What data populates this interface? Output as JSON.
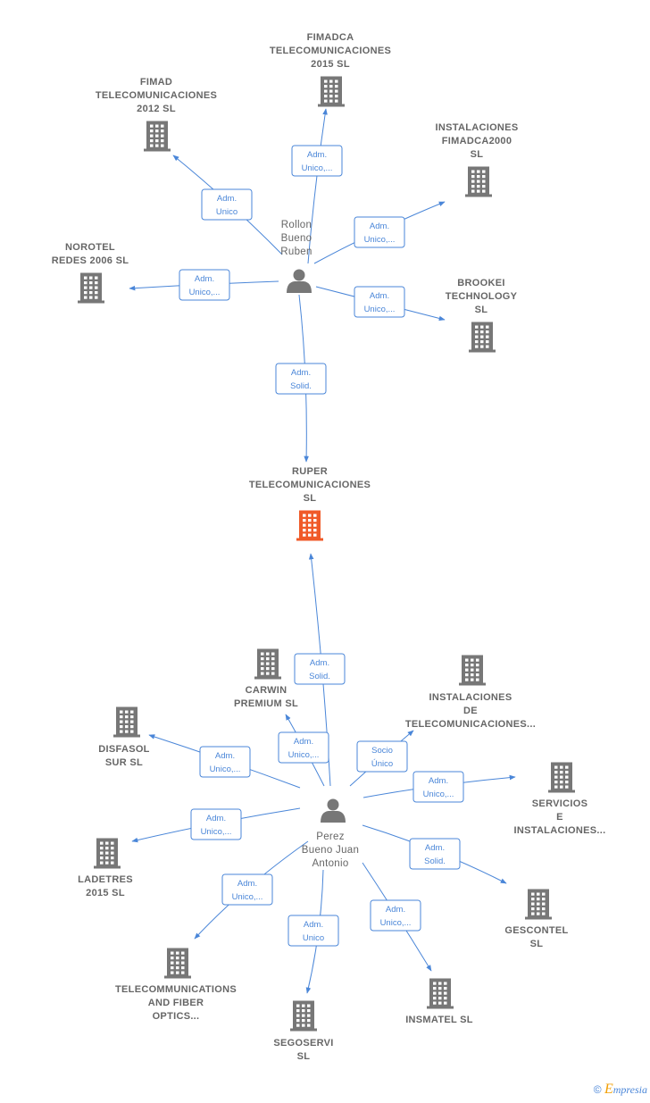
{
  "center": {
    "id": "ruper",
    "label": [
      "RUPER",
      "TELECOMUNICACIONES",
      "SL"
    ],
    "color": "#f05a28"
  },
  "persons": [
    {
      "id": "rollon",
      "label": [
        "Rollon",
        "Bueno",
        "Ruben"
      ]
    },
    {
      "id": "perez",
      "label": [
        "Perez",
        "Bueno Juan",
        "Antonio"
      ]
    }
  ],
  "companies": [
    {
      "id": "fimadca2015",
      "label": [
        "FIMADCA",
        "TELECOMUNICACIONES",
        "2015  SL"
      ]
    },
    {
      "id": "fimad2012",
      "label": [
        "FIMAD",
        "TELECOMUNICACIONES",
        "2012 SL"
      ]
    },
    {
      "id": "instfimadca2000",
      "label": [
        "INSTALACIONES",
        "FIMADCA2000",
        "SL"
      ]
    },
    {
      "id": "norotel",
      "label": [
        "NOROTEL",
        "REDES 2006 SL"
      ]
    },
    {
      "id": "brookei",
      "label": [
        "BROOKEI",
        "TECHNOLOGY",
        "SL"
      ]
    },
    {
      "id": "carwin",
      "label": [
        "CARWIN",
        "PREMIUM  SL"
      ]
    },
    {
      "id": "insttelecom",
      "label": [
        "INSTALACIONES",
        "DE",
        "TELECOMUNICACIONES..."
      ]
    },
    {
      "id": "disfasol",
      "label": [
        "DISFASOL",
        "SUR  SL"
      ]
    },
    {
      "id": "servicios",
      "label": [
        "SERVICIOS",
        "E",
        "INSTALACIONES..."
      ]
    },
    {
      "id": "ladetres",
      "label": [
        "LADETRES",
        "2015  SL"
      ]
    },
    {
      "id": "gescontel",
      "label": [
        "GESCONTEL",
        "SL"
      ]
    },
    {
      "id": "telecomfiber",
      "label": [
        "TELECOMMUNICATIONS",
        "AND FIBER",
        "OPTICS..."
      ]
    },
    {
      "id": "insmatel",
      "label": [
        "INSMATEL  SL"
      ]
    },
    {
      "id": "segoservi",
      "label": [
        "SEGOSERVI",
        "SL"
      ]
    }
  ],
  "edges": [
    {
      "from": "rollon",
      "to": "fimadca2015",
      "label": [
        "Adm.",
        "Unico,..."
      ]
    },
    {
      "from": "rollon",
      "to": "fimad2012",
      "label": [
        "Adm.",
        "Unico"
      ]
    },
    {
      "from": "rollon",
      "to": "instfimadca2000",
      "label": [
        "Adm.",
        "Unico,..."
      ]
    },
    {
      "from": "rollon",
      "to": "norotel",
      "label": [
        "Adm.",
        "Unico,..."
      ]
    },
    {
      "from": "rollon",
      "to": "brookei",
      "label": [
        "Adm.",
        "Unico,..."
      ]
    },
    {
      "from": "rollon",
      "to": "ruper",
      "label": [
        "Adm.",
        "Solid."
      ]
    },
    {
      "from": "perez",
      "to": "ruper",
      "label": [
        "Adm.",
        "Solid."
      ]
    },
    {
      "from": "perez",
      "to": "carwin",
      "label": [
        "Adm.",
        "Unico,..."
      ]
    },
    {
      "from": "perez",
      "to": "insttelecom",
      "label": [
        "Socio",
        "Único"
      ]
    },
    {
      "from": "perez",
      "to": "disfasol",
      "label": [
        "Adm.",
        "Unico,..."
      ]
    },
    {
      "from": "perez",
      "to": "servicios",
      "label": [
        "Adm.",
        "Unico,..."
      ]
    },
    {
      "from": "perez",
      "to": "ladetres",
      "label": [
        "Adm.",
        "Unico,..."
      ]
    },
    {
      "from": "perez",
      "to": "gescontel",
      "label": [
        "Adm.",
        "Solid."
      ]
    },
    {
      "from": "perez",
      "to": "telecomfiber",
      "label": [
        "Adm.",
        "Unico,..."
      ]
    },
    {
      "from": "perez",
      "to": "insmatel",
      "label": [
        "Adm.",
        "Unico,..."
      ]
    },
    {
      "from": "perez",
      "to": "segoservi",
      "label": [
        "Adm.",
        "Unico"
      ]
    }
  ],
  "colors": {
    "edge": "#4a86d8",
    "building": "#777777",
    "person": "#777777"
  },
  "footer": {
    "copyright": "©",
    "brand_initial": "E",
    "brand_rest": "mpresia"
  }
}
